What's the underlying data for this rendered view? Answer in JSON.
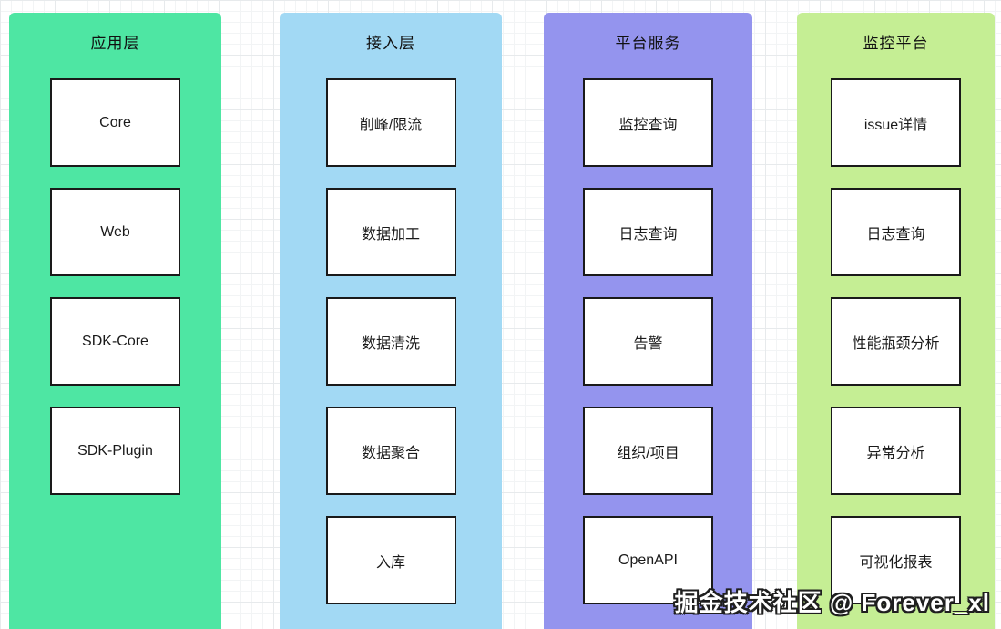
{
  "canvas": {
    "watermark": "掘金技术社区 @ Forever_xl"
  },
  "columns": [
    {
      "title": "应用层",
      "color": "#4ee6a3",
      "items": [
        "Core",
        "Web",
        "SDK-Core",
        "SDK-Plugin"
      ]
    },
    {
      "title": "接入层",
      "color": "#a2d9f4",
      "items": [
        "削峰/限流",
        "数据加工",
        "数据清洗",
        "数据聚合",
        "入库"
      ]
    },
    {
      "title": "平台服务",
      "color": "#9494ee",
      "items": [
        "监控查询",
        "日志查询",
        "告警",
        "组织/项目",
        "OpenAPI"
      ]
    },
    {
      "title": "监控平台",
      "color": "#c5ee94",
      "items": [
        "issue详情",
        "日志查询",
        "性能瓶颈分析",
        "异常分析",
        "可视化报表"
      ]
    }
  ]
}
